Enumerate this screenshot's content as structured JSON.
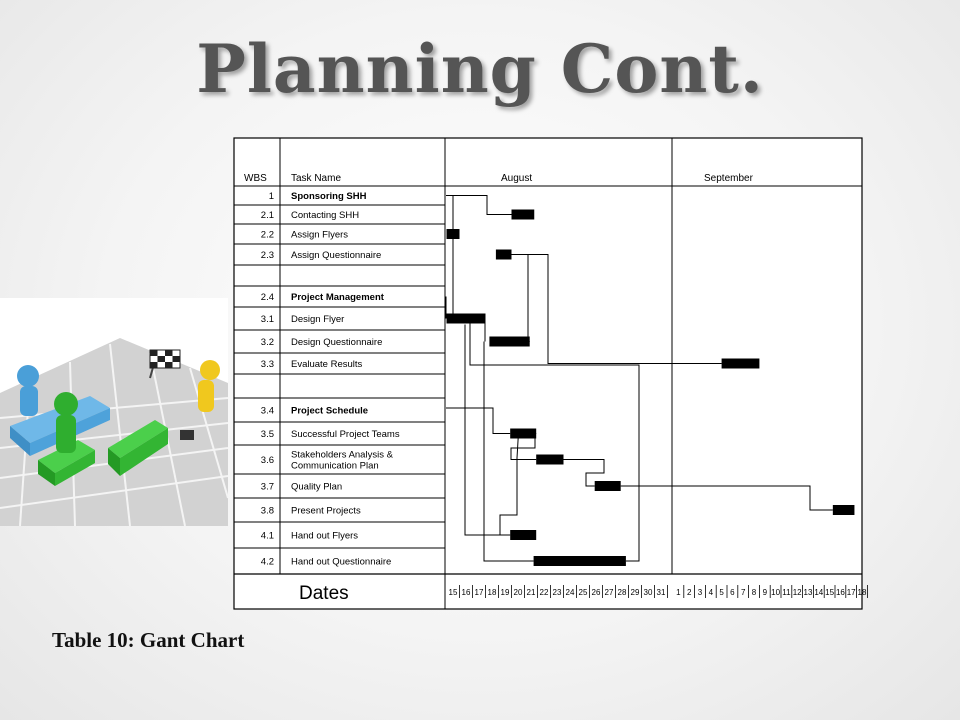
{
  "slide": {
    "title": "Planning Cont.",
    "caption": "Table 10: Gant Chart"
  },
  "chart_data": {
    "type": "table",
    "columns": {
      "wbs": "WBS",
      "task": "Task Name"
    },
    "months": [
      "August",
      "September"
    ],
    "dates_label": "Dates",
    "days": [
      "15",
      "16",
      "17",
      "18",
      "19",
      "20",
      "21",
      "22",
      "23",
      "24",
      "25",
      "26",
      "27",
      "28",
      "29",
      "30",
      "31",
      "1",
      "2",
      "3",
      "4",
      "5",
      "6",
      "7",
      "8",
      "9",
      "10",
      "11",
      "12",
      "13",
      "14",
      "15",
      "16",
      "17",
      "18"
    ],
    "rows": [
      {
        "wbs": "1",
        "name": "Sponsoring SHH",
        "bold": true
      },
      {
        "wbs": "2.1",
        "name": "Contacting SHH"
      },
      {
        "wbs": "2.2",
        "name": "Assign Flyers"
      },
      {
        "wbs": "2.3",
        "name": "Assign Questionnaire"
      },
      {
        "wbs": "",
        "name": ""
      },
      {
        "wbs": "2.4",
        "name": "Project Management",
        "bold": true
      },
      {
        "wbs": "3.1",
        "name": "Design Flyer"
      },
      {
        "wbs": "3.2",
        "name": "Design Questionnaire"
      },
      {
        "wbs": "3.3",
        "name": "Evaluate Results"
      },
      {
        "wbs": "",
        "name": ""
      },
      {
        "wbs": "3.4",
        "name": "Project Schedule",
        "bold": true
      },
      {
        "wbs": "3.5",
        "name": "Successful Project Teams"
      },
      {
        "wbs": "3.6",
        "name": "Stakeholders Analysis & Communication Plan"
      },
      {
        "wbs": "3.7",
        "name": "Quality Plan"
      },
      {
        "wbs": "3.8",
        "name": "Present Projects"
      },
      {
        "wbs": "4.1",
        "name": "Hand out Flyers"
      },
      {
        "wbs": "4.2",
        "name": "Hand out Questionnaire"
      }
    ],
    "bars": [
      {
        "row": 1,
        "start": 20,
        "end": 21.75
      },
      {
        "row": 2,
        "start": 15,
        "end": 16
      },
      {
        "row": 3,
        "start": 18.8,
        "end": 20
      },
      {
        "row": 6,
        "start": 15,
        "end": 18
      },
      {
        "row": 7,
        "start": 18.3,
        "end": 21.4
      },
      {
        "row": 8,
        "start": 36.5,
        "end": 40
      },
      {
        "row": 11,
        "start": 19.9,
        "end": 21.9
      },
      {
        "row": 12,
        "start": 21.9,
        "end": 24
      },
      {
        "row": 13,
        "start": 26.4,
        "end": 28.4
      },
      {
        "row": 14,
        "start": 46.8,
        "end": 48.8
      },
      {
        "row": 15,
        "start": 19.9,
        "end": 21.9
      },
      {
        "row": 16,
        "start": 21.7,
        "end": 28.8
      }
    ]
  }
}
